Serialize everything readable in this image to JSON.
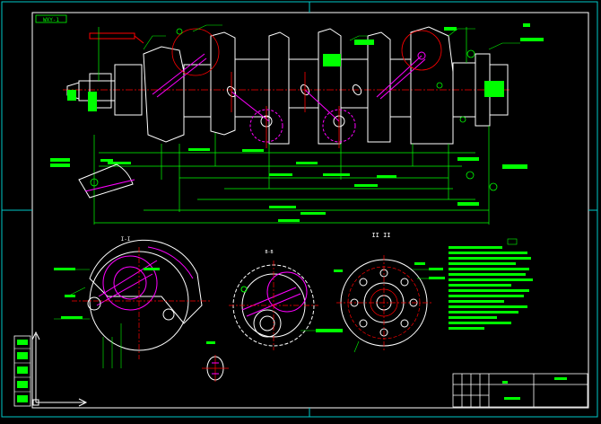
{
  "drawing": {
    "title_block_code": "WXY-1",
    "view_label_section": "I-I",
    "view_label_top": "II II",
    "tag_top_left": "WXY-1",
    "colors": {
      "background": "#000000",
      "frame": "#ffffff",
      "outline": "#ffffff",
      "dimension": "#00ff00",
      "centerline": "#ff0000",
      "hatch": "#ff00ff",
      "border_teal": "#00c8c8",
      "label_fill": "#00ff00"
    }
  }
}
